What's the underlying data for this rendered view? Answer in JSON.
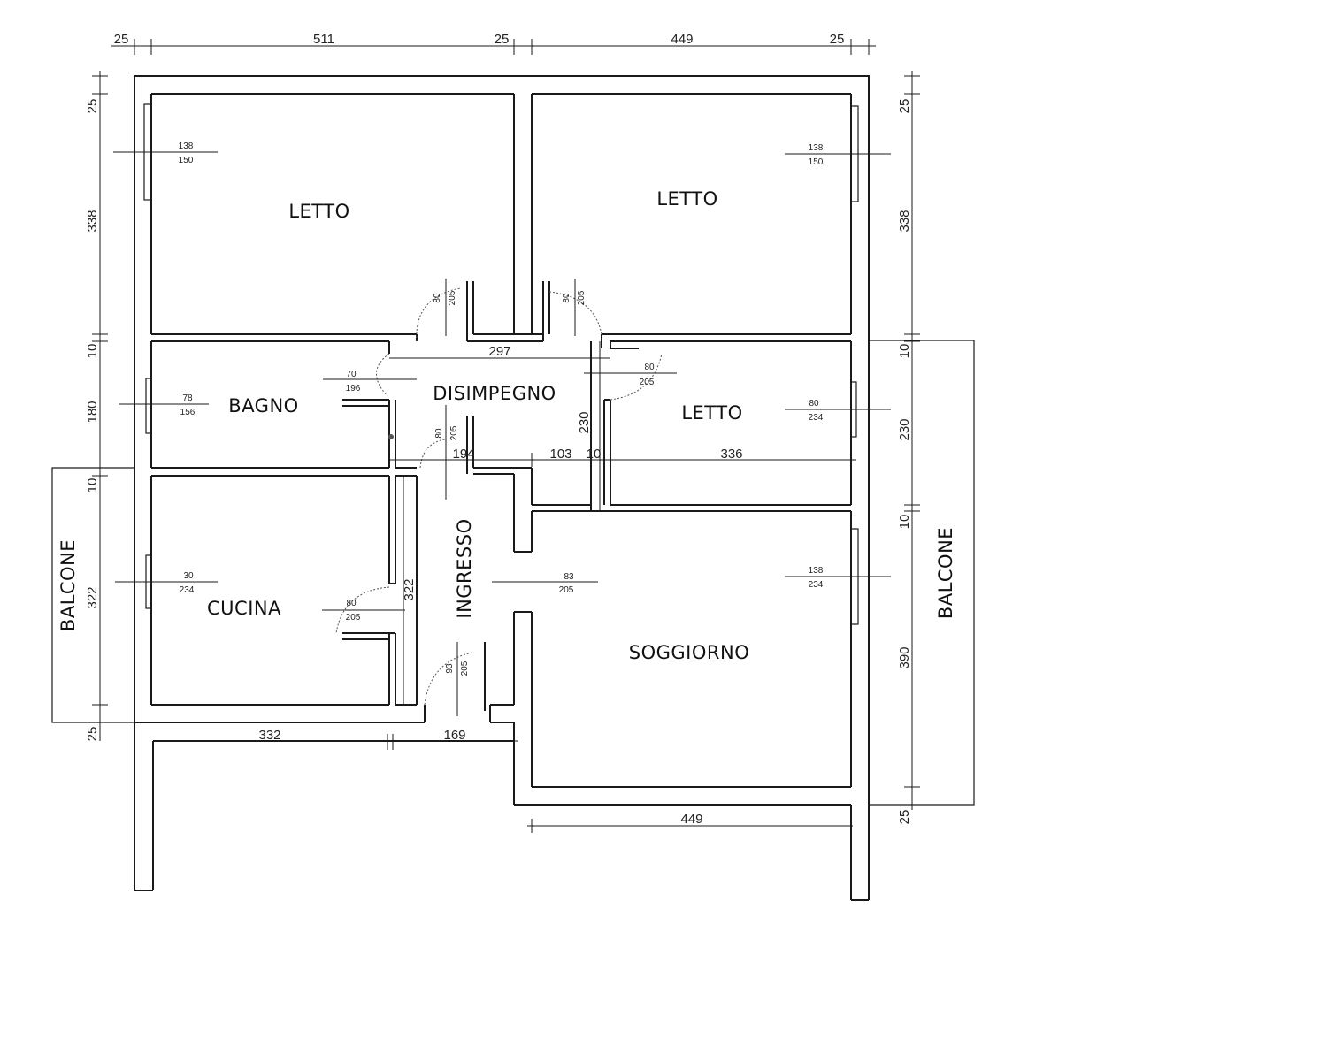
{
  "rooms": {
    "letto_nw": "LETTO",
    "letto_ne": "LETTO",
    "letto_e": "LETTO",
    "bagno": "BAGNO",
    "disimpegno": "DISIMPEGNO",
    "cucina": "CUCINA",
    "ingresso": "INGRESSO",
    "soggiorno": "SOGGIORNO",
    "balcone_w": "BALCONE",
    "balcone_e": "BALCONE"
  },
  "dimensions": {
    "top_25a": "25",
    "top_511": "511",
    "top_25b": "25",
    "top_449": "449",
    "top_25c": "25",
    "left_25": "25",
    "left_338": "338",
    "left_10a": "10",
    "left_180": "180",
    "left_10b": "10",
    "left_322": "322",
    "left_25b": "25",
    "right_25": "25",
    "right_338": "338",
    "right_10a": "10",
    "right_230": "230",
    "right_10b": "10",
    "right_390": "390",
    "right_25b": "25",
    "inner_297": "297",
    "inner_230": "230",
    "inner_194": "194",
    "inner_103": "103",
    "inner_10": "10",
    "inner_336": "336",
    "inner_322": "322",
    "bottom_332": "332",
    "bottom_169": "169",
    "bottom_449": "449"
  },
  "openings": {
    "win_letto_nw": {
      "top": "138",
      "bottom": "150"
    },
    "win_letto_ne": {
      "top": "138",
      "bottom": "150"
    },
    "win_bagno": {
      "top": "78",
      "bottom": "156"
    },
    "win_letto_e": {
      "top": "80",
      "bottom": "234"
    },
    "win_cucina": {
      "top": "30",
      "bottom": "234"
    },
    "win_soggiorno": {
      "top": "138",
      "bottom": "234"
    },
    "door_bagno": {
      "top": "70",
      "bottom": "196"
    },
    "door_letto_e": {
      "top": "80",
      "bottom": "205"
    },
    "door_cucina": {
      "top": "80",
      "bottom": "205"
    },
    "door_soggiorno": {
      "top": "83",
      "bottom": "205"
    },
    "door_letto_nw": {
      "top": "80",
      "bottom": "205"
    },
    "door_letto_ne": {
      "top": "80",
      "bottom": "205"
    },
    "door_disimpegno": {
      "top": "80",
      "bottom": "205"
    },
    "door_ingresso": {
      "top": "93",
      "bottom": "205"
    }
  }
}
